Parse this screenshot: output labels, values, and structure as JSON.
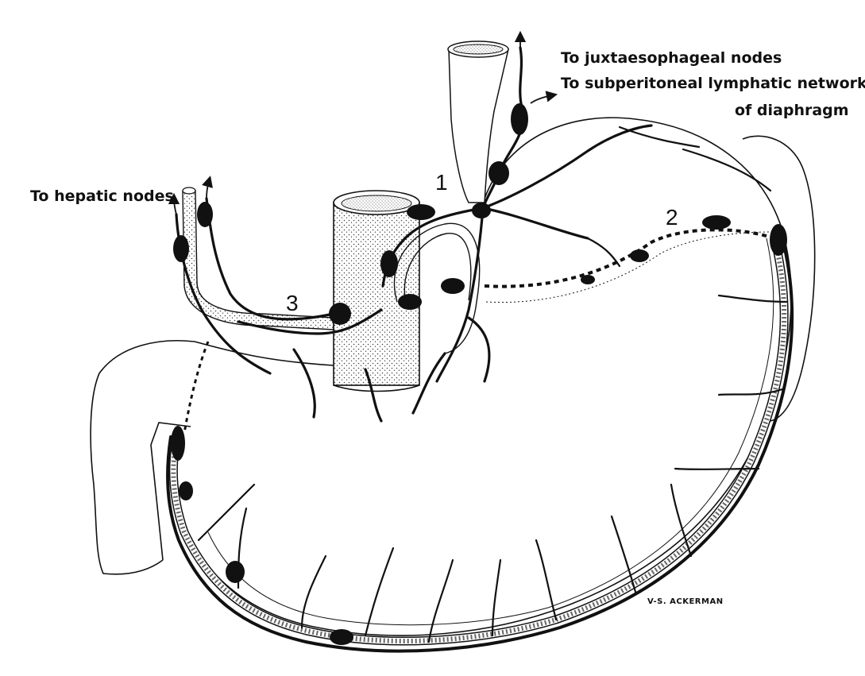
{
  "labels": {
    "juxtaesophageal": "To juxtaesophageal nodes",
    "subperitoneal_line1": "To subperitoneal lymphatic network",
    "subperitoneal_line2": "of diaphragm",
    "hepatic": "To hepatic nodes",
    "region_1": "1",
    "region_2": "2",
    "region_3": "3"
  },
  "signature": "V-S. ACKERMAN",
  "colors": {
    "ink": "#111111",
    "background": "#ffffff",
    "stipple": "#555555"
  }
}
